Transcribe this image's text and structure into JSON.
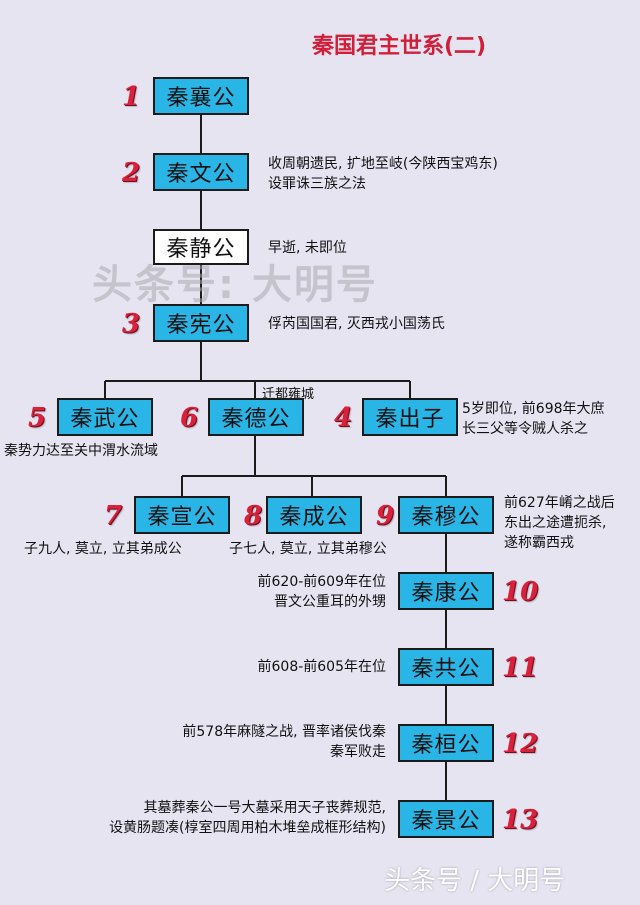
{
  "title": "秦国君主世系(二)",
  "rulers": {
    "xianggong": {
      "name": "秦襄公",
      "num": "1"
    },
    "wengong": {
      "name": "秦文公",
      "num": "2",
      "note": [
        "收周朝遗民, 扩地至岐(今陕西宝鸡东)",
        "设罪诛三族之法"
      ]
    },
    "jinggong": {
      "name": "秦静公",
      "note": [
        "早逝, 未即位"
      ]
    },
    "xiangong": {
      "name": "秦宪公",
      "num": "3",
      "note": [
        "俘芮国国君, 灭西戎小国荡氏"
      ]
    },
    "wugong": {
      "name": "秦武公",
      "num": "5",
      "note": [
        "秦势力达至关中渭水流域"
      ]
    },
    "degong": {
      "name": "秦德公",
      "num": "6"
    },
    "chuzi": {
      "name": "秦出子",
      "num": "4",
      "note": [
        "5岁即位, 前698年大庶",
        "长三父等令贼人杀之"
      ]
    },
    "xuangong": {
      "name": "秦宣公",
      "num": "7",
      "note": [
        "子九人, 莫立, 立其弟成公"
      ]
    },
    "chenggong": {
      "name": "秦成公",
      "num": "8",
      "note": [
        "子七人, 莫立, 立其弟穆公"
      ]
    },
    "mugong": {
      "name": "秦穆公",
      "num": "9",
      "note": [
        "前627年崤之战后",
        "东出之途遭扼杀,",
        "遂称霸西戎"
      ]
    },
    "kanggong": {
      "name": "秦康公",
      "num": "10",
      "note": [
        "前620-前609年在位",
        "晋文公重耳的外甥"
      ]
    },
    "gonggong": {
      "name": "秦共公",
      "num": "11",
      "note": [
        "前608-前605年在位"
      ]
    },
    "huangong": {
      "name": "秦桓公",
      "num": "12",
      "note": [
        "前578年麻隧之战, 晋率诸侯伐秦",
        "秦军败走"
      ]
    },
    "jinggong2": {
      "name": "秦景公",
      "num": "13",
      "note": [
        "其墓葬秦公一号大墓采用天子丧葬规范,",
        "设黄肠题凑(椁室四周用柏木堆垒成框形结构)"
      ]
    }
  },
  "branch_label": "迁都雍城",
  "watermark_center": "头条号: 大明号",
  "watermark_bottom": "头条号 / 大明号",
  "colors": {
    "box_fill": "#29b6e6",
    "title": "#d31e3a",
    "number": "#d9213b",
    "background": "#e7e4f2"
  }
}
